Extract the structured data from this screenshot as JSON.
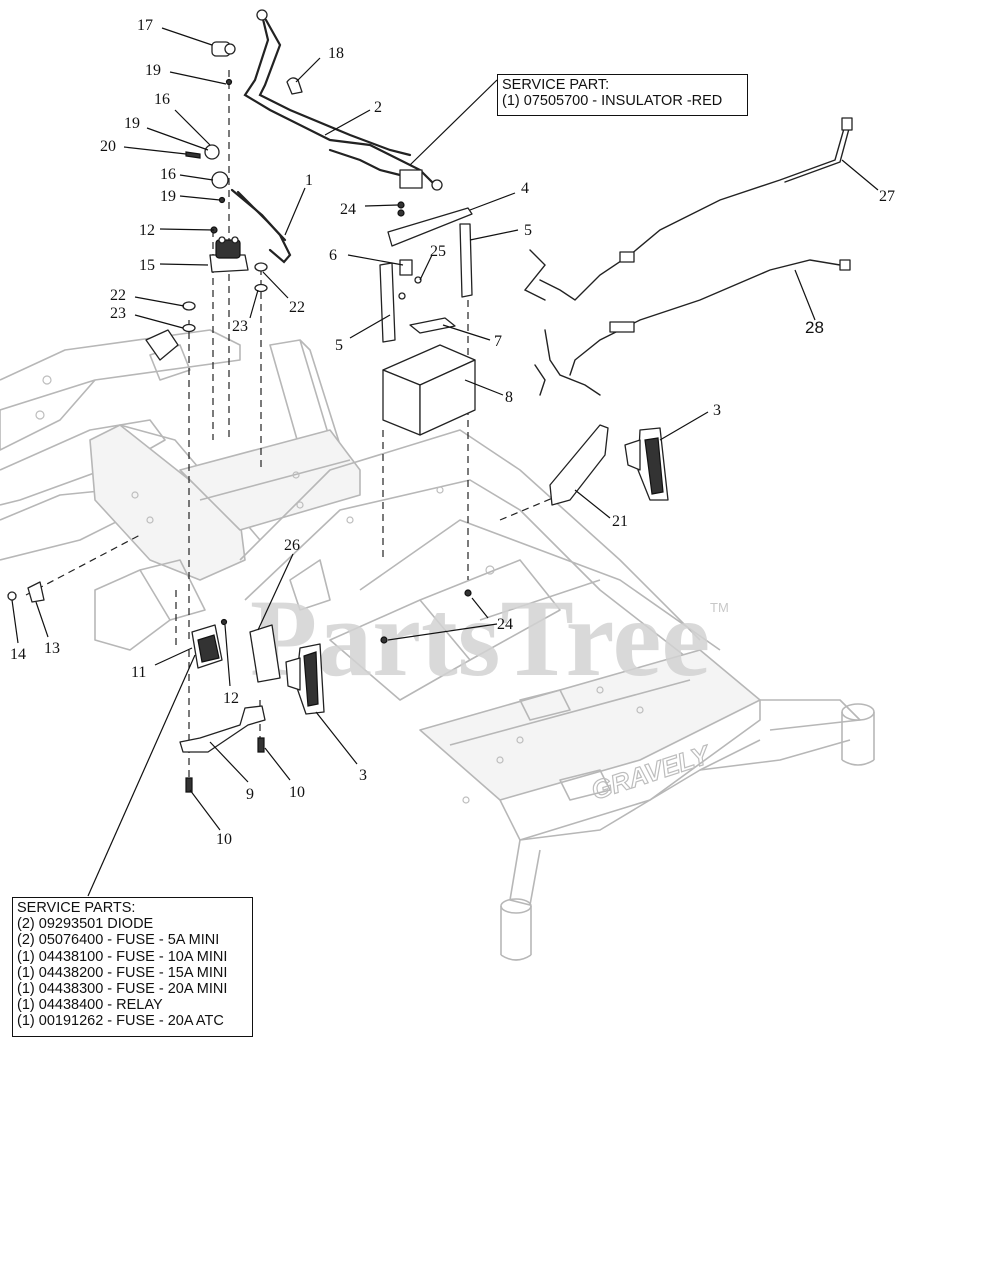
{
  "service_part_box": {
    "title": "SERVICE PART:",
    "lines": [
      "(1) 07505700 - INSULATOR -RED"
    ]
  },
  "service_parts_box": {
    "title": "SERVICE PARTS:",
    "lines": [
      "(2) 09293501 DIODE",
      "(2) 05076400 - FUSE - 5A MINI",
      "(1) 04438100 - FUSE - 10A MINI",
      "(1) 04438200 - FUSE - 15A MINI",
      "(1) 04438300 - FUSE - 20A MINI",
      "(1) 04438400 - RELAY",
      "(1) 00191262 - FUSE - 20A ATC"
    ]
  },
  "callouts": {
    "c17": "17",
    "c18": "18",
    "c19a": "19",
    "c2": "2",
    "c16a": "16",
    "c19b": "19",
    "c20": "20",
    "c16b": "16",
    "c19c": "19",
    "c1": "1",
    "c12a": "12",
    "c15": "15",
    "c24a": "24",
    "c4": "4",
    "c5a": "5",
    "c6": "6",
    "c25": "25",
    "c22a": "22",
    "c22b": "22",
    "c23a": "23",
    "c23b": "23",
    "c7": "7",
    "c5b": "5",
    "c8": "8",
    "c27": "27",
    "c28": "28",
    "c3a": "3",
    "c21": "21",
    "c26": "26",
    "c24b": "24",
    "c14": "14",
    "c13": "13",
    "c11": "11",
    "c12b": "12",
    "c3b": "3",
    "c9": "9",
    "c10a": "10",
    "c10b": "10"
  },
  "watermark": {
    "text": "PartsTree",
    "tm": "TM"
  },
  "frame_brand": "GRAVELY"
}
